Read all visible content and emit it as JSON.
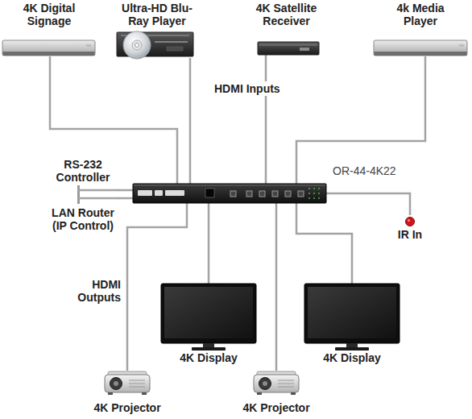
{
  "diagram": {
    "nodes": [
      {
        "text": [
          "4K Digital Signage"
        ]
      },
      {
        "text": [
          "Ultra-HD Blu-Ray Player"
        ]
      },
      {
        "text": [
          "4K Satellite Receiver"
        ]
      },
      {
        "text": [
          "4k Media Player"
        ]
      },
      {
        "text": [
          "RS-232 Controller"
        ]
      },
      {
        "text": [
          "OR-44-4K22"
        ]
      },
      {
        "text": [
          "LAN Router (IP Control)"
        ]
      },
      {
        "text": [
          "IR In"
        ]
      },
      {
        "text": [
          "4K Display"
        ]
      },
      {
        "text": [
          "4K Display"
        ]
      },
      {
        "text": [
          "4K Projector"
        ]
      },
      {
        "text": [
          "4K Projector"
        ]
      }
    ],
    "edges": [
      {
        "from": 0,
        "to": 5,
        "arrow": "none"
      },
      {
        "from": 1,
        "to": 5,
        "arrow": "none"
      },
      {
        "from": 2,
        "to": 5,
        "arrow": "none"
      },
      {
        "from": 3,
        "to": 5,
        "arrow": "none"
      },
      {
        "from": 4,
        "to": 5,
        "arrow": "none"
      },
      {
        "from": 6,
        "to": 5,
        "arrow": "none"
      },
      {
        "from": 5,
        "to": 7,
        "arrow": "none"
      },
      {
        "from": 5,
        "to": 8,
        "arrow": "none"
      },
      {
        "from": 5,
        "to": 9,
        "arrow": "none"
      },
      {
        "from": 5,
        "to": 10,
        "arrow": "none"
      },
      {
        "from": 5,
        "to": 11,
        "arrow": "none"
      }
    ],
    "labels": [
      "HDMI Inputs",
      "HDMI Outputs"
    ]
  }
}
